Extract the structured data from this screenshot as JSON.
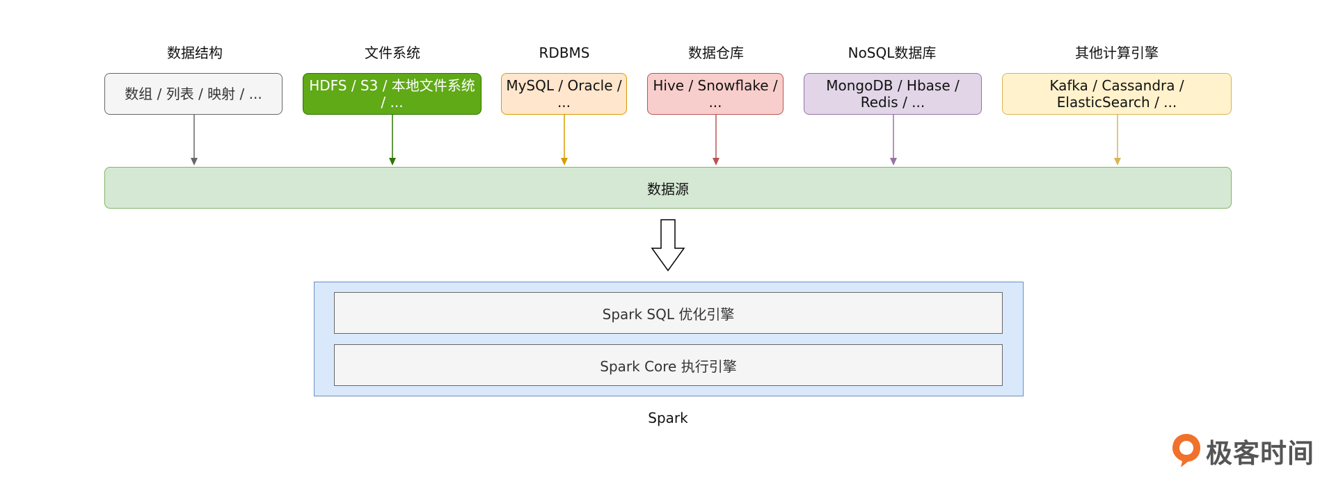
{
  "categories": [
    {
      "label": "数据结构",
      "box": "数组 / 列表 / 映射 / ...",
      "fill": "#f5f5f5",
      "stroke": "#666666",
      "text_color": "#333333",
      "arrow": "#666666"
    },
    {
      "label": "文件系统",
      "box": "HDFS / S3 / 本地文件系统 / ...",
      "fill": "#60a917",
      "stroke": "#2d7600",
      "text_color": "#ffffff",
      "arrow": "#2d7600"
    },
    {
      "label": "RDBMS",
      "box": "MySQL / Oracle / ...",
      "fill": "#ffe6cc",
      "stroke": "#d79b00",
      "text_color": "#111111",
      "arrow": "#d79b00"
    },
    {
      "label": "数据仓库",
      "box": "Hive / Snowflake / ...",
      "fill": "#f8cecc",
      "stroke": "#b85450",
      "text_color": "#111111",
      "arrow": "#b85450"
    },
    {
      "label": "NoSQL数据库",
      "box": "MongoDB / Hbase / Redis / ...",
      "fill": "#e1d5e7",
      "stroke": "#9673a6",
      "text_color": "#111111",
      "arrow": "#9673a6"
    },
    {
      "label": "其他计算引擎",
      "box": "Kafka / Cassandra / ElasticSearch / ...",
      "fill": "#fff2cc",
      "stroke": "#d6b656",
      "text_color": "#111111",
      "arrow": "#d6b656"
    }
  ],
  "datasource": {
    "label": "数据源"
  },
  "spark": {
    "sql_engine": "Spark SQL 优化引擎",
    "core_engine": "Spark Core 执行引擎",
    "label": "Spark"
  },
  "logo": {
    "text": "极客时间",
    "color": "#f0712b"
  }
}
